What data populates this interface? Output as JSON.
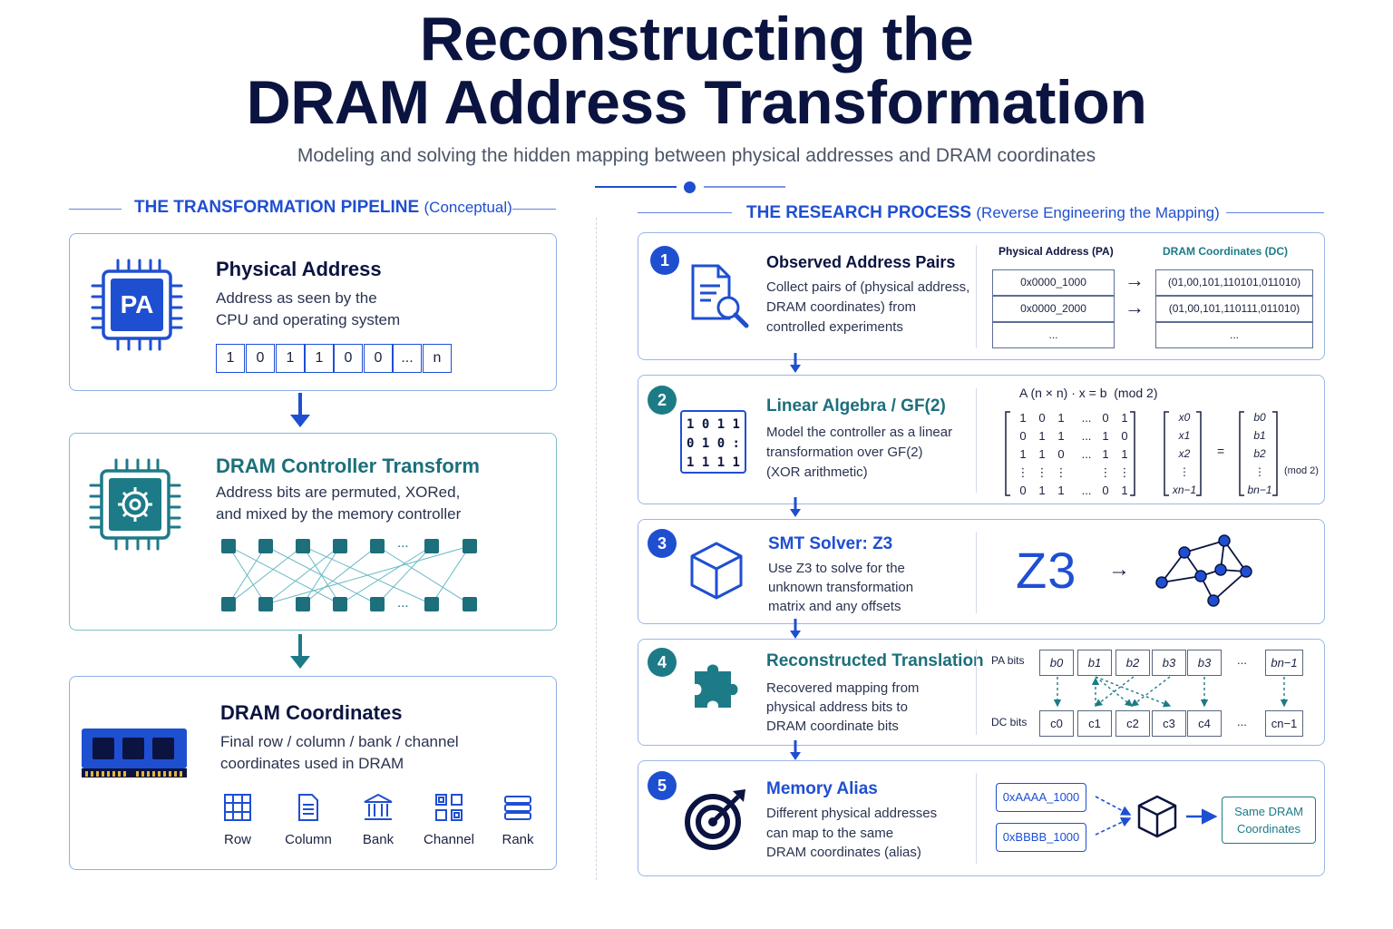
{
  "header": {
    "title_line1": "Reconstructing the",
    "title_line2": "DRAM Address Transformation",
    "subtitle": "Modeling and solving the hidden mapping between physical addresses and DRAM coordinates"
  },
  "colors": {
    "blue": "#1f4fd1",
    "navy": "#0b1440",
    "teal": "#1c7b87"
  },
  "left": {
    "heading": "THE TRANSFORMATION PIPELINE",
    "heading_sub": "(Conceptual)",
    "physical": {
      "icon_label": "PA",
      "title": "Physical Address",
      "desc_line1": "Address as seen by the",
      "desc_line2": "CPU and operating system",
      "bits": [
        "1",
        "0",
        "1",
        "1",
        "0",
        "0",
        "...",
        "n"
      ]
    },
    "controller": {
      "title": "DRAM Controller Transform",
      "desc_line1": "Address bits are permuted, XORed,",
      "desc_line2": "and mixed by the memory controller",
      "ellipsis": "..."
    },
    "coordinates": {
      "title": "DRAM Coordinates",
      "desc_line1": "Final row / column / bank / channel",
      "desc_line2": "coordinates used in DRAM",
      "items": [
        {
          "label": "Row",
          "icon": "grid-icon"
        },
        {
          "label": "Column",
          "icon": "document-icon"
        },
        {
          "label": "Bank",
          "icon": "bank-icon"
        },
        {
          "label": "Channel",
          "icon": "channel-icon"
        },
        {
          "label": "Rank",
          "icon": "stack-icon"
        }
      ]
    }
  },
  "right": {
    "heading": "THE RESEARCH PROCESS",
    "heading_sub": "(Reverse Engineering the Mapping)",
    "steps": [
      {
        "num": "1",
        "title": "Observed Address Pairs",
        "desc_line1": "Collect pairs of (physical address,",
        "desc_line2": "DRAM coordinates) from",
        "desc_line3": "controlled experiments",
        "pa_header": "Physical Address (PA)",
        "dc_header": "DRAM Coordinates (DC)",
        "rows": [
          {
            "pa": "0x0000_1000",
            "dc": "(01,00,101,110101,011010)"
          },
          {
            "pa": "0x0000_2000",
            "dc": "(01,00,101,110111,011010)"
          },
          {
            "pa": "...",
            "dc": "..."
          }
        ]
      },
      {
        "num": "2",
        "title": "Linear Algebra / GF(2)",
        "desc_line1": "Model the controller as a linear",
        "desc_line2": "transformation over GF(2)",
        "desc_line3": "(XOR arithmetic)",
        "icon_matrix": [
          "1 0 1 1",
          "0 1 0 :",
          "1 1 1 1"
        ],
        "equation": "A (n × n) · x = b  (mod 2)",
        "matrix": [
          [
            "1",
            "0",
            "1",
            "...",
            "0",
            "1"
          ],
          [
            "0",
            "1",
            "1",
            "...",
            "1",
            "0"
          ],
          [
            "1",
            "1",
            "0",
            "...",
            "1",
            "1"
          ],
          [
            "⋮",
            "⋮",
            "⋮",
            "",
            "⋮",
            "⋮"
          ],
          [
            "0",
            "1",
            "1",
            "...",
            "0",
            "1"
          ]
        ],
        "x_vector": [
          "x0",
          "x1",
          "x2",
          "⋮",
          "xn−1"
        ],
        "b_vector": [
          "b0",
          "b1",
          "b2",
          "⋮",
          "bn−1"
        ],
        "equals": "=",
        "mod_note": "(mod 2)"
      },
      {
        "num": "3",
        "title": "SMT Solver: Z3",
        "desc_line1": "Use Z3 to solve for the",
        "desc_line2": "unknown transformation",
        "desc_line3": "matrix and any offsets",
        "logo": "Z3",
        "arrow": "→"
      },
      {
        "num": "4",
        "title": "Reconstructed Translation",
        "desc_line1": "Recovered mapping from",
        "desc_line2": "physical address bits to",
        "desc_line3": "DRAM coordinate bits",
        "pa_label": "PA bits",
        "dc_label": "DC bits",
        "pa_bits": [
          "b0",
          "b1",
          "b2",
          "b3",
          "b3",
          "...",
          "bn−1"
        ],
        "dc_bits": [
          "c0",
          "c1",
          "c2",
          "c3",
          "c4",
          "...",
          "cn−1"
        ]
      },
      {
        "num": "5",
        "title": "Memory Alias",
        "desc_line1": "Different physical addresses",
        "desc_line2": "can map to the same",
        "desc_line3": "DRAM coordinates (alias)",
        "addr_a": "0xAAAA_1000",
        "addr_b": "0xBBBB_1000",
        "result_line1": "Same DRAM",
        "result_line2": "Coordinates"
      }
    ]
  }
}
